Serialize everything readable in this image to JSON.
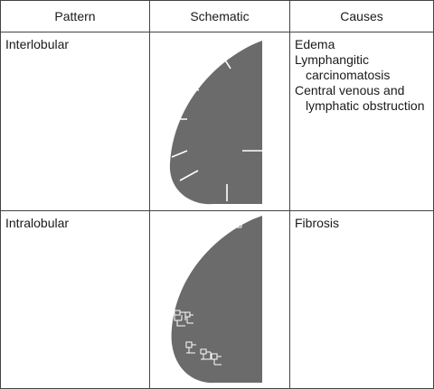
{
  "table": {
    "headers": [
      "Pattern",
      "Schematic",
      "Causes"
    ],
    "rows": [
      {
        "pattern": "Interlobular",
        "schematic": "interlobular-septal-lines",
        "causes": [
          "Edema",
          "Lymphangitic carcinomatosis",
          "Central venous and lymphatic obstruction"
        ]
      },
      {
        "pattern": "Intralobular",
        "schematic": "intralobular-reticular-lines",
        "causes": [
          "Fibrosis"
        ]
      }
    ]
  },
  "colors": {
    "lung_fill": "#6b6b6b",
    "line_color": "#ffffff",
    "border": "#444444"
  }
}
